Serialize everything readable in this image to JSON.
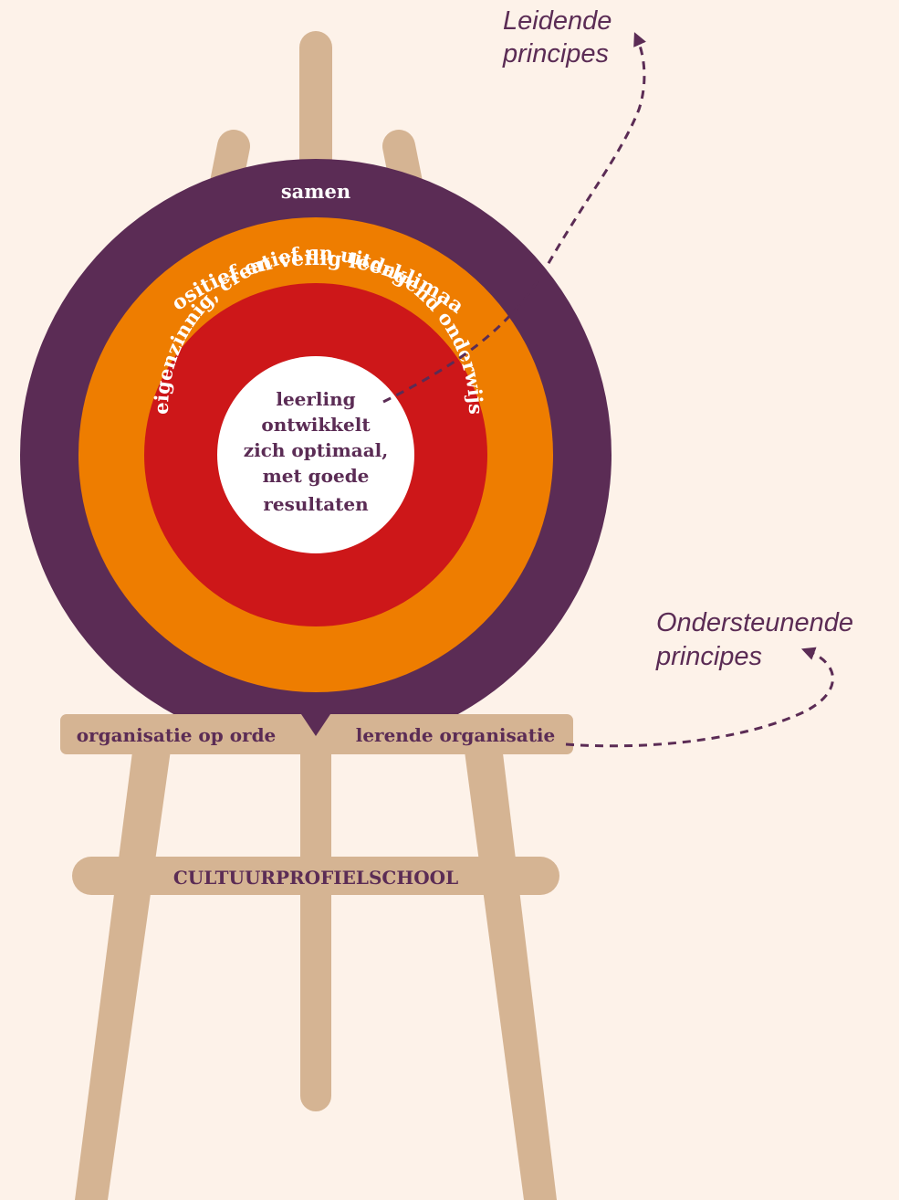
{
  "colors": {
    "background": "#fdf2e9",
    "wood": "#d5b493",
    "purple": "#5b2c55",
    "orange": "#ee7d00",
    "red": "#cd1719",
    "white": "#ffffff"
  },
  "rings": {
    "outer": "samen",
    "second": "positief en veilig leerklimaat",
    "third": "eigenzinnig, creatief en uitdagend onderwijs",
    "center_lines": [
      "leerling",
      "ontwikkelt",
      "zich optimaal,",
      "met goede",
      "resultaten"
    ]
  },
  "shelf": {
    "left": "organisatie op orde",
    "right": "lerende organisatie"
  },
  "crossbar": {
    "label": "CULTUURPROFIELSCHOOL"
  },
  "annotations": {
    "leading": [
      "Leidende",
      "principes"
    ],
    "supporting": [
      "Ondersteunende",
      "principes"
    ]
  }
}
